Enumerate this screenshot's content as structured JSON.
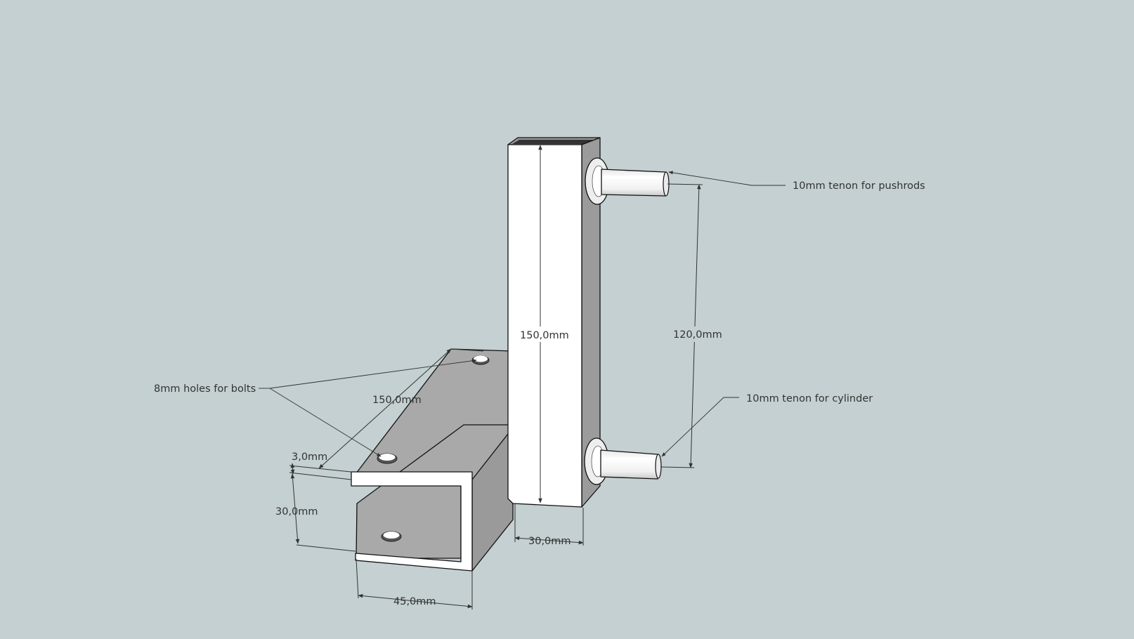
{
  "annotations": {
    "tenon_pushrods": "10mm tenon for pushrods",
    "tenon_cylinder": "10mm tenon for cylinder",
    "holes_bolts": "8mm holes for bolts"
  },
  "dimensions": {
    "post_height": "150,0mm",
    "tenon_spacing": "120,0mm",
    "bracket_length": "150,0mm",
    "plate_thickness": "3,0mm",
    "bracket_height": "30,0mm",
    "bracket_width": "45,0mm",
    "post_width": "30,0mm"
  }
}
